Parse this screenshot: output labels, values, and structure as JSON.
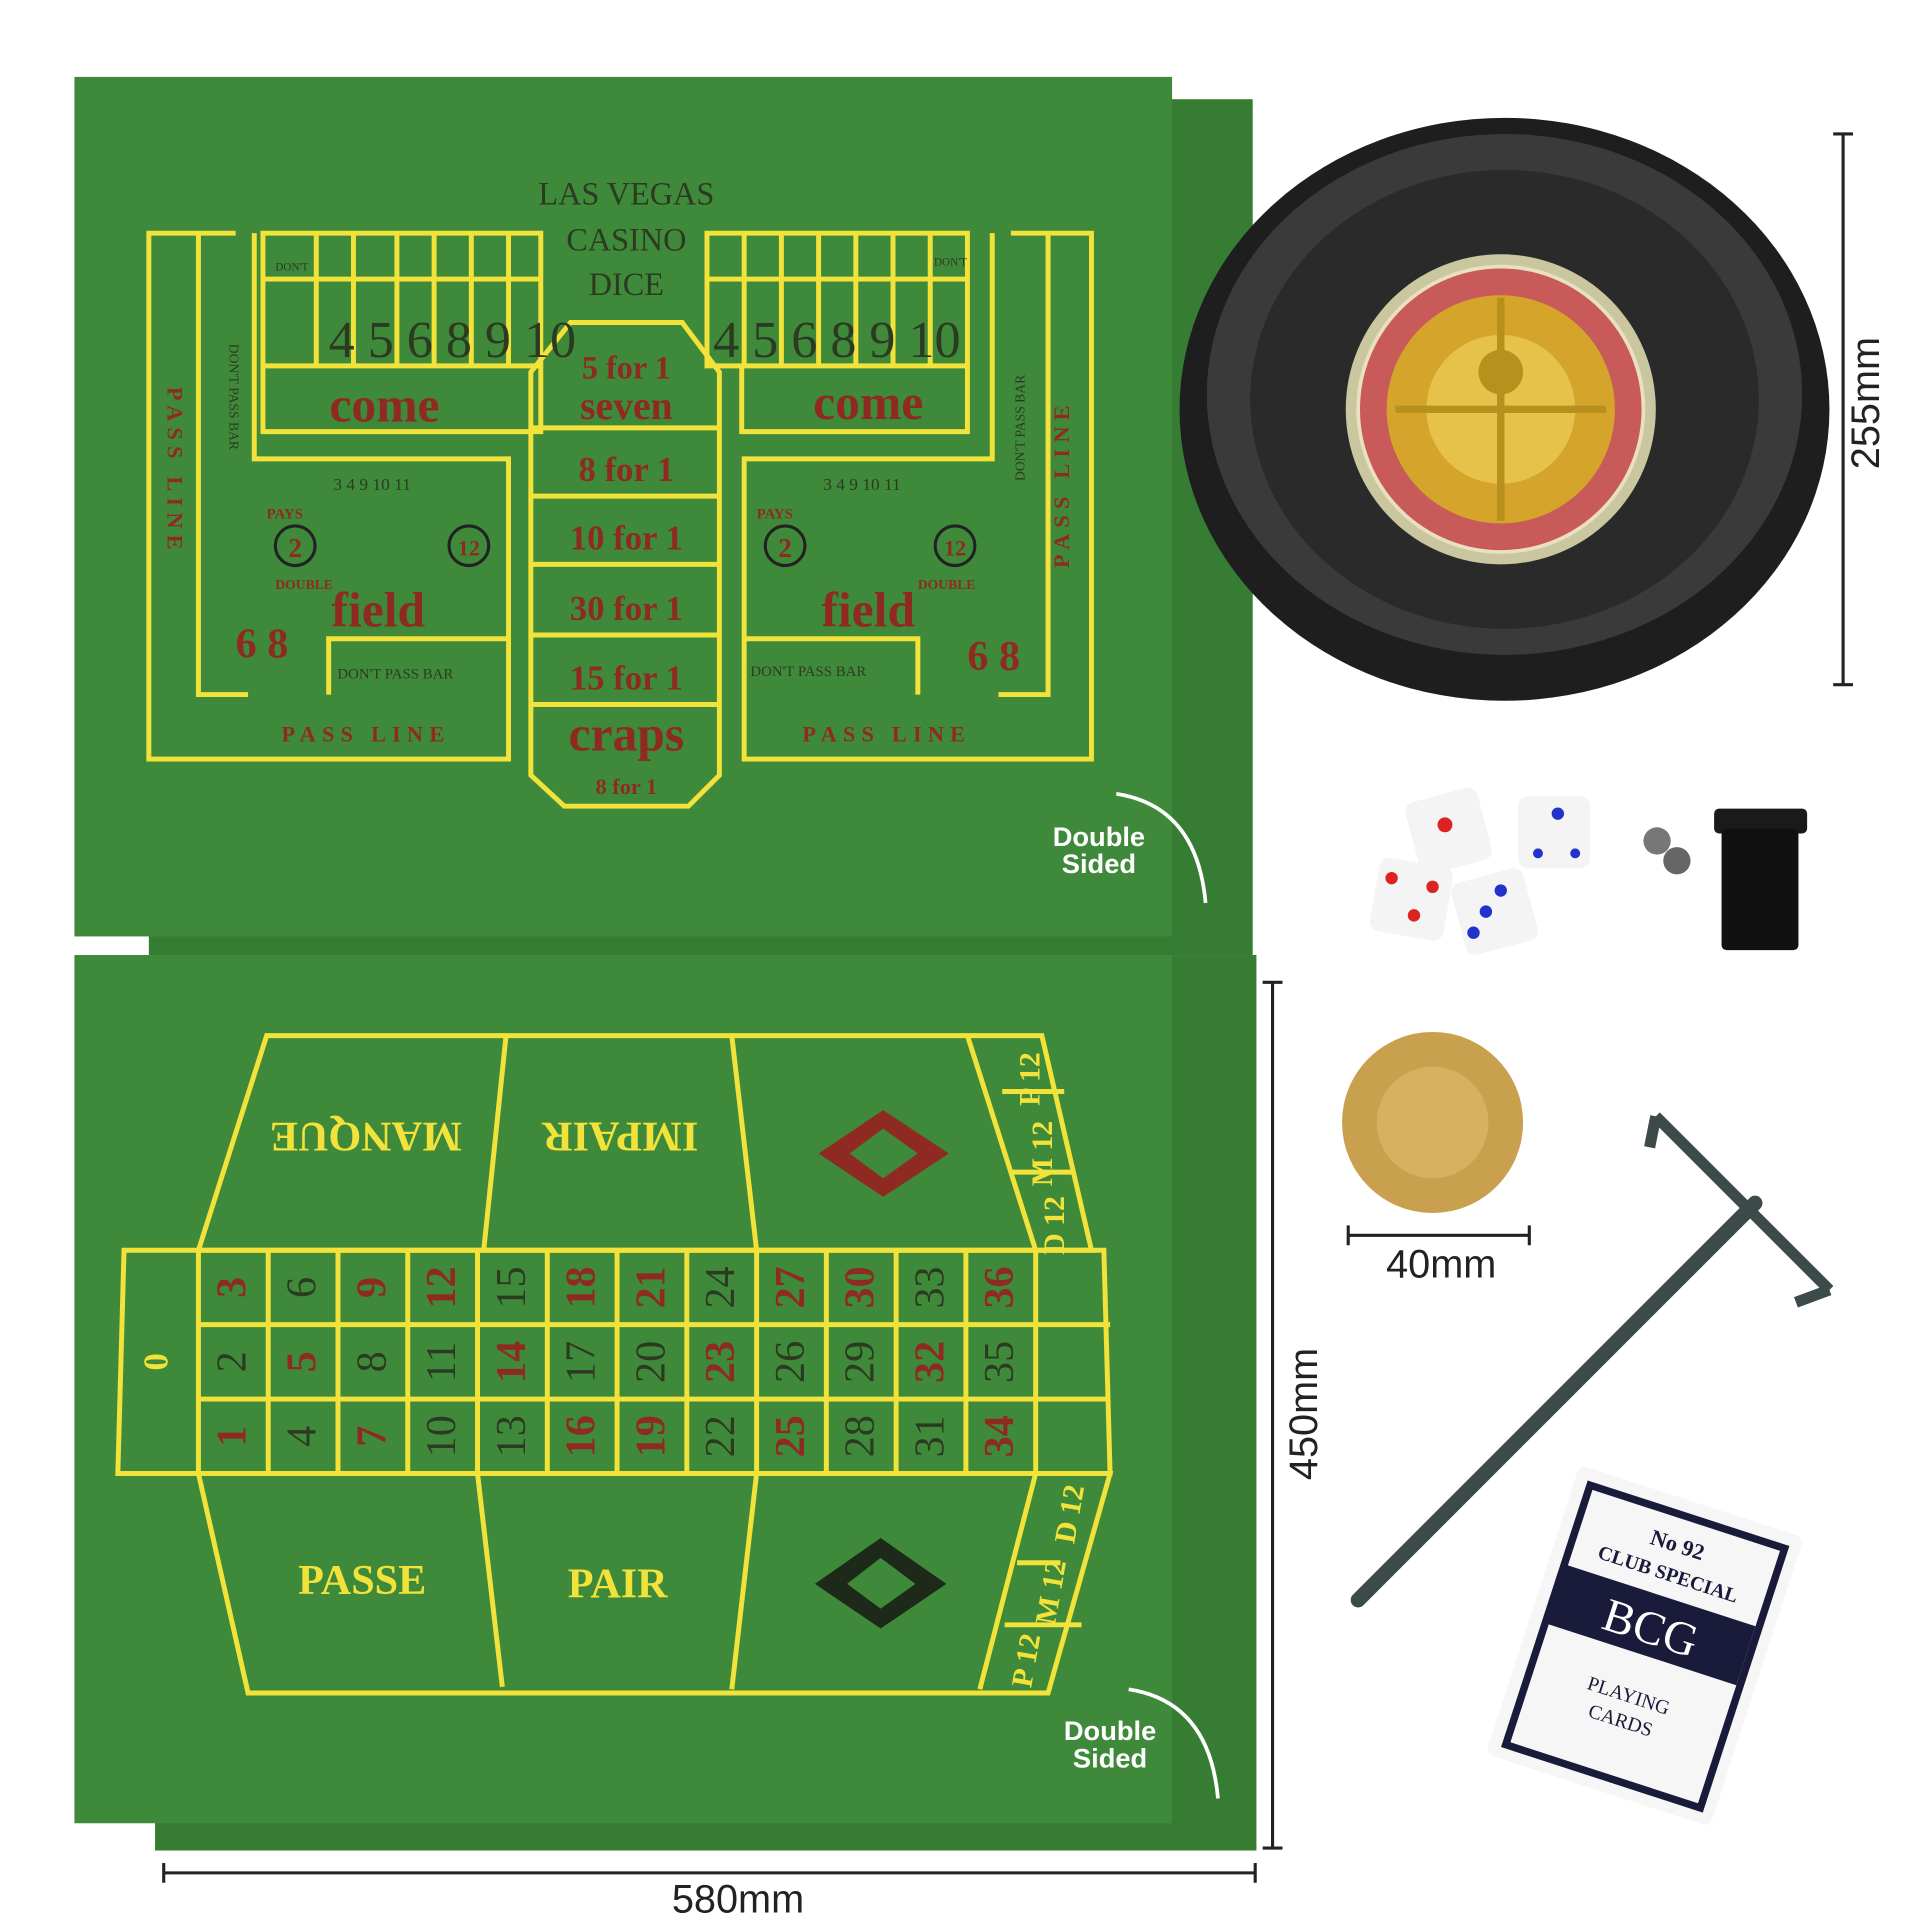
{
  "craps": {
    "title": [
      "LAS VEGAS",
      "CASINO",
      "DICE"
    ],
    "place_numbers": "4 5 6 8 9 10",
    "dont_pass_bar": "DON'T PASS BAR",
    "dont_stack": [
      "DON'T",
      "PASS",
      "BAR"
    ],
    "come": "come",
    "field": "field",
    "field_numbers": "3 4 9 10 11",
    "pays": "PAYS",
    "double": "DOUBLE",
    "two": "2",
    "twelve": "12",
    "pass_line": "PASS LINE",
    "big_6_8": "6 8",
    "props": [
      "5 for 1",
      "seven",
      "8 for 1",
      "10 for 1",
      "30 for 1",
      "15 for 1",
      "craps",
      "8 for 1"
    ]
  },
  "roulette": {
    "zero": "0",
    "rows": [
      [
        "3",
        "6",
        "9",
        "12",
        "15",
        "18",
        "21",
        "24",
        "27",
        "30",
        "33",
        "36"
      ],
      [
        "2",
        "5",
        "8",
        "11",
        "14",
        "17",
        "20",
        "23",
        "26",
        "29",
        "32",
        "35"
      ],
      [
        "1",
        "4",
        "7",
        "10",
        "13",
        "16",
        "19",
        "22",
        "25",
        "28",
        "31",
        "34"
      ]
    ],
    "red_numbers": [
      1,
      3,
      5,
      7,
      9,
      12,
      14,
      16,
      18,
      19,
      21,
      23,
      25,
      27,
      30,
      32,
      34,
      36
    ],
    "top_labels": [
      "MANQUE",
      "IMPAIR"
    ],
    "bottom_labels": [
      "PASSE",
      "PAIR"
    ],
    "dozens": [
      "P 12",
      "M 12",
      "D 12"
    ]
  },
  "cards": {
    "line1": "No 92",
    "line2": "CLUB SPECIAL",
    "brand": "BCG",
    "line3": "PLAYING",
    "line4": "CARDS"
  },
  "labels": {
    "double_sided": [
      "Double",
      "Sided"
    ],
    "wheel_dim": "255mm",
    "mat_height": "450mm",
    "chip_dim": "40mm",
    "mat_width": "580mm"
  },
  "colors": {
    "felt": "#3f8a3a",
    "yellow": "#f2e23a",
    "red": "#8f2a22"
  }
}
